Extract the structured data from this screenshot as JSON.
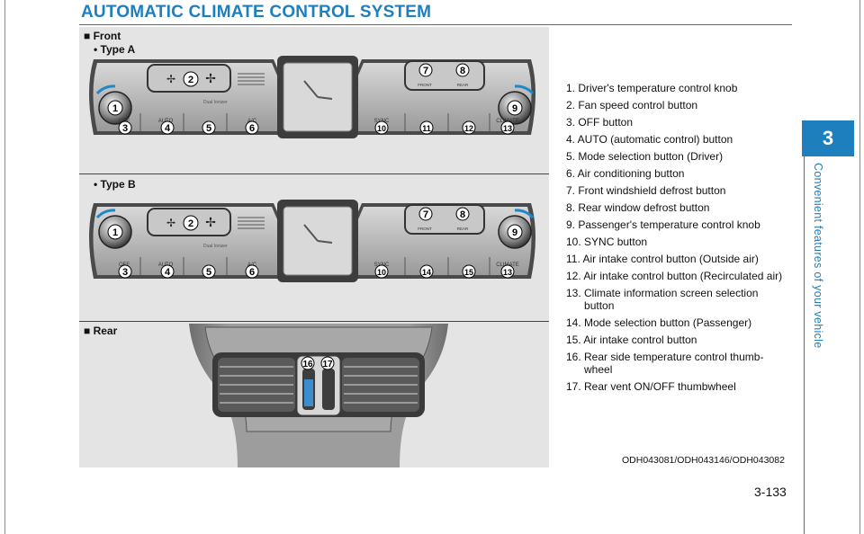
{
  "title": "AUTOMATIC CLIMATE CONTROL SYSTEM",
  "sections": {
    "front": "■ Front",
    "type_a": "• Type A",
    "type_b": "• Type B",
    "rear": "■ Rear"
  },
  "panel_labels": {
    "front": "FRONT",
    "rear": "REAR",
    "sync": "SYNC",
    "climate": "CLIMATE",
    "auto": "AUTO",
    "off": "OFF",
    "ac": "A/C",
    "driver_brand": "Dual Ionizer"
  },
  "callouts": {
    "type_a": [
      "1",
      "2",
      "3",
      "4",
      "5",
      "6",
      "7",
      "8",
      "9",
      "10",
      "11",
      "12",
      "13"
    ],
    "type_b": [
      "1",
      "2",
      "3",
      "4",
      "5",
      "6",
      "7",
      "8",
      "9",
      "10",
      "14",
      "15",
      "13"
    ],
    "rear": [
      "16",
      "17"
    ]
  },
  "items": [
    "1. Driver's temperature control knob",
    "2. Fan speed control button",
    "3. OFF button",
    "4. AUTO (automatic control) button",
    "5. Mode selection button (Driver)",
    "6. Air conditioning button",
    "7. Front windshield defrost button",
    "8. Rear window defrost button",
    "9. Passenger's temperature control knob",
    "10. SYNC button",
    "11. Air intake control button (Outside air)",
    "12. Air intake control button (Recirculated air)",
    "13. Climate information screen selection\n      button",
    "14. Mode selection button (Passenger)",
    "15. Air intake control button",
    "16. Rear side temperature control thumb-\n      wheel",
    "17. Rear vent ON/OFF thumbwheel"
  ],
  "figure_code": "ODH043081/ODH043146/ODH043082",
  "chapter_number": "3",
  "chapter_title": "Convenient features of your vehicle",
  "page_number": "3-133",
  "colors": {
    "accent": "#1e7fbf",
    "figure_bg": "#e4e4e4"
  }
}
